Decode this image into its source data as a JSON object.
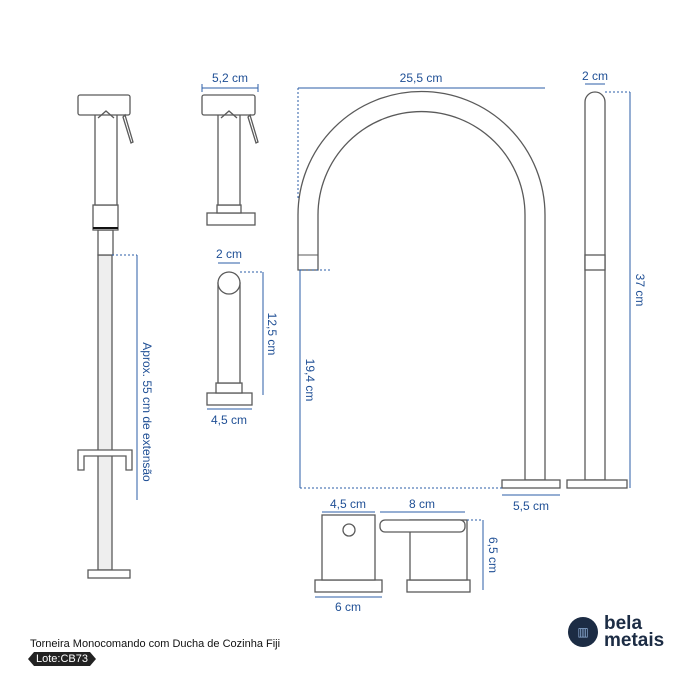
{
  "product": {
    "title": "Torneira Monocomando com Ducha de Cozinha Fiji",
    "lot": "Lote:CB73"
  },
  "brand": {
    "line1": "bela",
    "line2": "metais",
    "icon": "bela-metais-logo-icon"
  },
  "dimensions": {
    "hose_length": "Aprox. 55 cm de extensão",
    "shower_width": "5,2 cm",
    "holder_diameter": "2 cm",
    "holder_height": "12,5 cm",
    "holder_base": "4,5 cm",
    "spout_reach": "25,5 cm",
    "spout_height": "19,4 cm",
    "faucet_base": "5,5 cm",
    "handle_diameter": "2 cm",
    "handle_height": "37 cm",
    "valve_width": "4,5 cm",
    "valve_base": "6 cm",
    "lever_length": "8 cm",
    "valve_height": "6,5 cm"
  },
  "colors": {
    "dimension": "#2b5ea7",
    "outline": "#5a5a5a"
  }
}
